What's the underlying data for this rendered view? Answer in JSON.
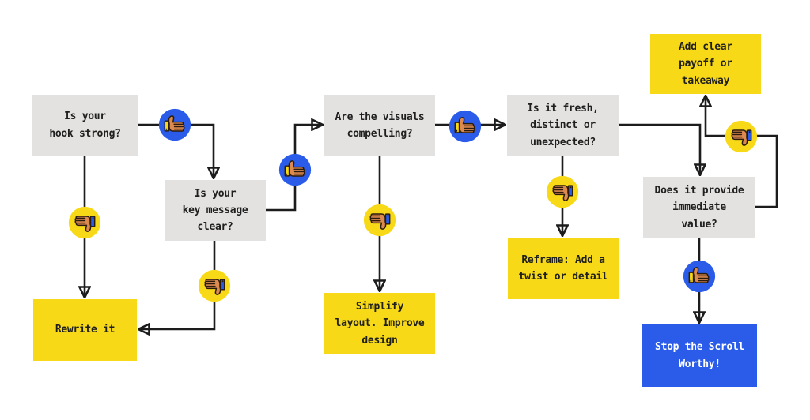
{
  "flow": {
    "description": "Stop-the-scroll content flowchart",
    "colors": {
      "question_gray": "#e3e2e0",
      "action_yellow": "#f7d917",
      "success_blue": "#2a5be9",
      "wire_black": "#1c1c1c",
      "hand_tan": "#dc8a4f",
      "outline_brown": "#2b1b0c",
      "text_dark": "#1f1f1f",
      "text_light": "#ffffff"
    },
    "icons": {
      "yes": "thumbs-up-icon",
      "no": "thumbs-down-icon"
    },
    "nodes": {
      "hook": {
        "label": "Is your\nhook strong?",
        "type": "question"
      },
      "key_message": {
        "label": "Is your\nkey message\nclear?",
        "type": "question"
      },
      "visuals": {
        "label": "Are the visuals\ncompelling?",
        "type": "question"
      },
      "fresh": {
        "label": "Is it fresh,\ndistinct or\nunexpected?",
        "type": "question"
      },
      "payoff": {
        "label": "Add clear\npayoff or\ntakeaway",
        "type": "action"
      },
      "value": {
        "label": "Does it provide\nimmediate\nvalue?",
        "type": "question"
      },
      "rewrite": {
        "label": "Rewrite it",
        "type": "action"
      },
      "simplify": {
        "label": "Simplify\nlayout. Improve\ndesign",
        "type": "action"
      },
      "reframe": {
        "label": "Reframe: Add a\ntwist or detail",
        "type": "action"
      },
      "stop_scroll": {
        "label": "Stop the Scroll\nWorthy!",
        "type": "success"
      }
    },
    "edges": [
      {
        "from": "hook",
        "to": "key_message",
        "result": "thumbs-up"
      },
      {
        "from": "hook",
        "to": "rewrite",
        "result": "thumbs-down"
      },
      {
        "from": "key_message",
        "to": "visuals",
        "result": "thumbs-up"
      },
      {
        "from": "key_message",
        "to": "rewrite",
        "result": "thumbs-down"
      },
      {
        "from": "visuals",
        "to": "fresh",
        "result": "thumbs-up"
      },
      {
        "from": "visuals",
        "to": "simplify",
        "result": "thumbs-down"
      },
      {
        "from": "fresh",
        "to": "value",
        "result": "none"
      },
      {
        "from": "fresh",
        "to": "reframe",
        "result": "thumbs-down"
      },
      {
        "from": "value",
        "to": "payoff",
        "result": "thumbs-down"
      },
      {
        "from": "value",
        "to": "stop_scroll",
        "result": "thumbs-up"
      }
    ]
  }
}
